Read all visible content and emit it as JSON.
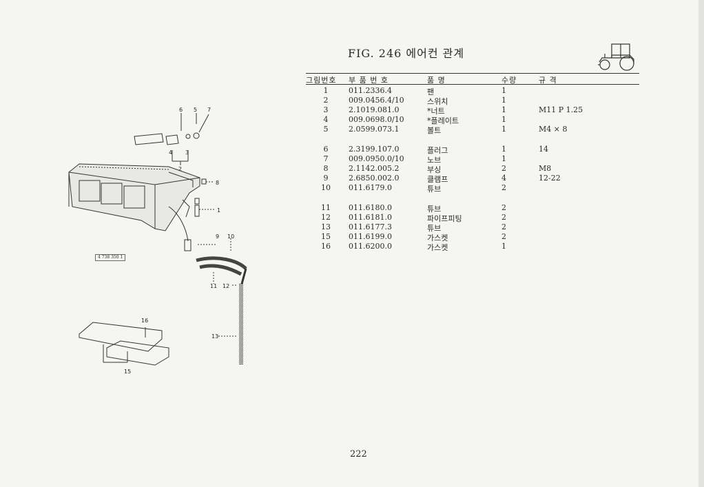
{
  "figure": {
    "title": "FIG. 246 에어컨 관계"
  },
  "table": {
    "headers": {
      "item_no": "그림번호",
      "part_no": "부 품 번 호",
      "name": "품 명",
      "qty": "수량",
      "spec": "규 격"
    },
    "rows": [
      {
        "no": "1",
        "part": "011.2336.4",
        "name": "팬",
        "qty": "1",
        "spec": ""
      },
      {
        "no": "2",
        "part": "009.0456.4/10",
        "name": "스위치",
        "qty": "1",
        "spec": ""
      },
      {
        "no": "3",
        "part": "2.1019.081.0",
        "name": "*너트",
        "qty": "1",
        "spec": "M11 P 1.25"
      },
      {
        "no": "4",
        "part": "009.0698.0/10",
        "name": "*플레이트",
        "qty": "1",
        "spec": ""
      },
      {
        "no": "5",
        "part": "2.0599.073.1",
        "name": "볼트",
        "qty": "1",
        "spec": "M4 × 8"
      },
      {
        "no": "6",
        "part": "2.3199.107.0",
        "name": "플러그",
        "qty": "1",
        "spec": "14"
      },
      {
        "no": "7",
        "part": "009.0950.0/10",
        "name": "노브",
        "qty": "1",
        "spec": ""
      },
      {
        "no": "8",
        "part": "2.1142.005.2",
        "name": "부싱",
        "qty": "2",
        "spec": "M8"
      },
      {
        "no": "9",
        "part": "2.6850.002.0",
        "name": "클램프",
        "qty": "4",
        "spec": "12-22"
      },
      {
        "no": "10",
        "part": "011.6179.0",
        "name": "튜브",
        "qty": "2",
        "spec": ""
      },
      {
        "no": "11",
        "part": "011.6180.0",
        "name": "튜브",
        "qty": "2",
        "spec": ""
      },
      {
        "no": "12",
        "part": "011.6181.0",
        "name": "파이프피팅",
        "qty": "2",
        "spec": ""
      },
      {
        "no": "13",
        "part": "011.6177.3",
        "name": "튜브",
        "qty": "2",
        "spec": ""
      },
      {
        "no": "15",
        "part": "011.6199.0",
        "name": "가스켓",
        "qty": "2",
        "spec": ""
      },
      {
        "no": "16",
        "part": "011.6200.0",
        "name": "가스켓",
        "qty": "1",
        "spec": ""
      }
    ]
  },
  "diagram": {
    "reference_code": "4 738 350 1",
    "callouts": [
      "1",
      "2",
      "3",
      "4",
      "5",
      "6",
      "7",
      "8",
      "9",
      "10",
      "11",
      "12",
      "13",
      "15",
      "16"
    ]
  },
  "footer": {
    "page_number": "222"
  }
}
